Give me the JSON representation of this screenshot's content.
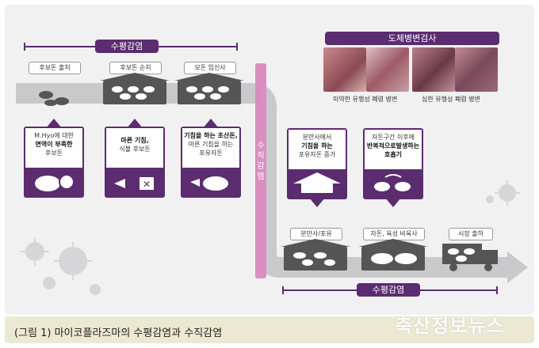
{
  "horizontal_top": {
    "label": "수평감염"
  },
  "horizontal_bottom": {
    "label": "수평감염"
  },
  "vertical": {
    "label": "수직감염"
  },
  "stages": [
    {
      "label": "후보돈 출처"
    },
    {
      "label": "후보돈 순치"
    },
    {
      "label": "모돈 임신사"
    }
  ],
  "cards_top": [
    {
      "line1": "M.Hyo에 대한",
      "line2": "면역이 부족한",
      "line3": "후보돈"
    },
    {
      "line1": "마른 기침,",
      "line2": "식불 후보돈",
      "line3": ""
    },
    {
      "line1": "기침을 하는 초산돈,",
      "line2": "마른 기침을 하는",
      "line3": "포유자돈"
    }
  ],
  "cards_bottom": [
    {
      "line1": "분만사에서",
      "line2": "기침을 하는",
      "line3": "포유자돈 증가"
    },
    {
      "line1": "자돈구간 이후에",
      "line2": "반복적으로",
      "line3": "발생하는 호흡기"
    }
  ],
  "bottom_stages": [
    {
      "label": "분만사/포유"
    },
    {
      "label": "자돈, 육성 비육사"
    },
    {
      "label": "시장 출하"
    }
  ],
  "autopsy": {
    "title": "도체병변검사",
    "left_label": "미약한 유행성 폐렴 병변",
    "right_label": "심한 유행성 폐렴 병변"
  },
  "caption": "(그림 1) 마이코플라즈마의 수평감염과 수직감염",
  "watermark": "축산정보뉴스",
  "colors": {
    "purple": "#5b2c6f",
    "pink": "#d98fbf",
    "gray_path": "#c9c9cc",
    "dark_barn": "#555555"
  }
}
